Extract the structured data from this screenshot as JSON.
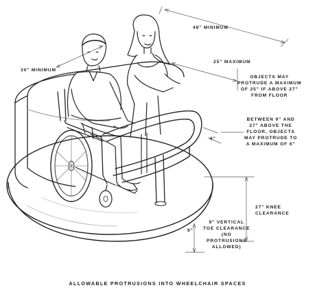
{
  "diagram": {
    "caption": "ALLOWABLE PROTRUSIONS INTO WHEELCHAIR SPACES",
    "labels": {
      "width_min": "48\" MINIMUM",
      "depth_min": "30\" MINIMUM",
      "protrusion_max": "25\" MAXIMUM",
      "objects_note": "OBJECTS MAY\nPROTRUDE A MAXIMUM\nOF 25\" IF ABOVE 27\"\nFROM FLOOR",
      "six_inch": "6\"",
      "between_note": "BETWEEN 9\" AND\n27\" ABOVE THE\nFLOOR, OBJECTS\nMAY PROTRUDE TO\nA MAXIMUM OF 6\"",
      "knee_clearance": "27\" KNEE\nCLEARANCE",
      "toe_note": "9\" VERTICAL\nTOE CLEARANCE\n(NO\nPROTRUSIONS\nALLOWED)",
      "nine_inch": "9\""
    }
  }
}
